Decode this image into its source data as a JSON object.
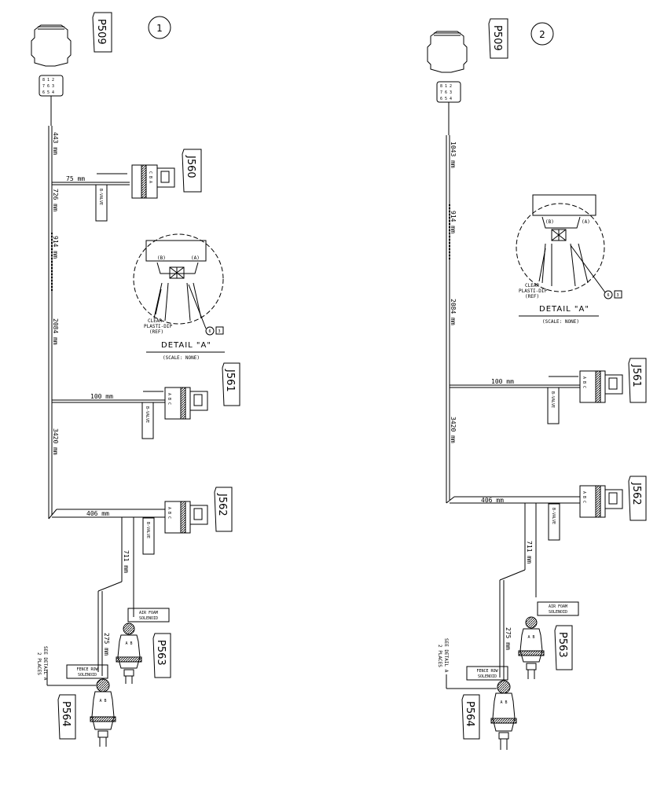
{
  "diagram_1": {
    "number": "1",
    "connector_top": "P509",
    "segments": {
      "seg1": "443 mm",
      "branch_j560": "75 mm",
      "seg2": "726 mm",
      "seg3": "914 mm",
      "seg4": "2084 mm",
      "branch_j561": "100 mm",
      "seg5": "3420 mm",
      "branch_j562": "406 mm",
      "seg6": "711 mm",
      "seg7": "275 mm"
    },
    "connectors": {
      "j560": "J560",
      "j561": "J561",
      "j562": "J562",
      "p563": "P563",
      "p564": "P564"
    },
    "valve_labels": {
      "j560": "B-VALVE",
      "j561": "B-VALVE",
      "j562": "B-VALVE"
    },
    "solenoids": {
      "air_line1": "AIR FOAM",
      "air_line2": "SOLENOID",
      "fence_line1": "FENCE ROW",
      "fence_line2": "SOLENOID"
    },
    "see_detail_line1": "SEE DETAIL A",
    "see_detail_line2": "2 PLACES",
    "detail": {
      "pin_b": "(B)",
      "pin_a": "(A)",
      "clear1": "CLEAR",
      "clear2": "PLASTI-DIP",
      "clear3": "(REF)",
      "callout": "6",
      "box": "3",
      "title": "DETAIL \"A\"",
      "scale": "(SCALE: NONE)"
    },
    "pin_letters": "A B"
  },
  "diagram_2": {
    "number": "2",
    "connector_top": "P509",
    "segments": {
      "seg1": "1043 mm",
      "seg3": "914 mm",
      "seg4": "2084 mm",
      "branch_j561": "100 mm",
      "seg5": "3420 mm",
      "branch_j562": "406 mm",
      "seg6": "711 mm",
      "seg7": "275 mm"
    },
    "connectors": {
      "j561": "J561",
      "j562": "J562",
      "p563": "P563",
      "p564": "P564"
    },
    "valve_labels": {
      "j561": "B-VALVE",
      "j562": "B-VALVE"
    },
    "solenoids": {
      "air_line1": "AIR FOAM",
      "air_line2": "SOLENOID",
      "fence_line1": "FENCE ROW",
      "fence_line2": "SOLENOID"
    },
    "see_detail_line1": "SEE DETAIL A",
    "see_detail_line2": "2 PLACES",
    "detail": {
      "pin_b": "(B)",
      "pin_a": "(A)",
      "clear1": "CLEAR",
      "clear2": "PLASTI-DIP",
      "clear3": "(REF)",
      "callout": "6",
      "box": "3",
      "title": "DETAIL \"A\"",
      "scale": "(SCALE: NONE)"
    },
    "pin_letters": "A B"
  }
}
